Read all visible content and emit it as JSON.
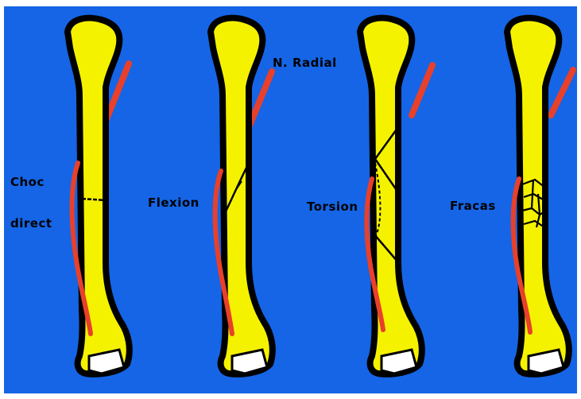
{
  "colors": {
    "background": "#1565e6",
    "bone": "#f5f200",
    "outline": "#000000",
    "nerve": "#e8402a",
    "condyle": "#ffffff"
  },
  "labels": {
    "choc": "Choc",
    "direct": "direct",
    "flexion": "Flexion",
    "nerve": "N. Radial",
    "torsion": "Torsion",
    "fracas": "Fracas"
  },
  "bones": [
    {
      "fracture": "Choc direct"
    },
    {
      "fracture": "Flexion"
    },
    {
      "fracture": "Torsion"
    },
    {
      "fracture": "Fracas"
    }
  ]
}
